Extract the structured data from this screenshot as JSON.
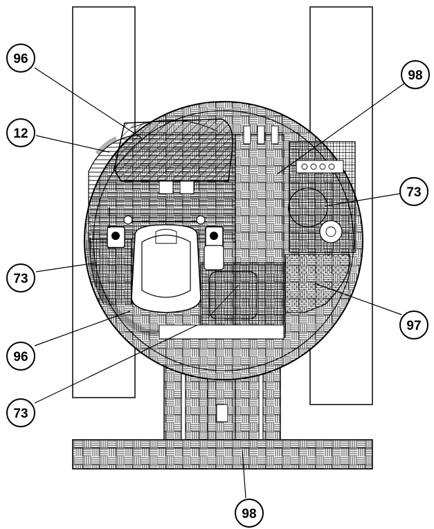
{
  "callouts": {
    "c96_top": "96",
    "c12": "12",
    "c98_top": "98",
    "c73_right": "73",
    "c73_left": "73",
    "c97": "97",
    "c96_bottom": "96",
    "c73_bottom": "73",
    "c98_bottom": "98"
  },
  "colors": {
    "line": "#000000",
    "background": "#ffffff"
  }
}
